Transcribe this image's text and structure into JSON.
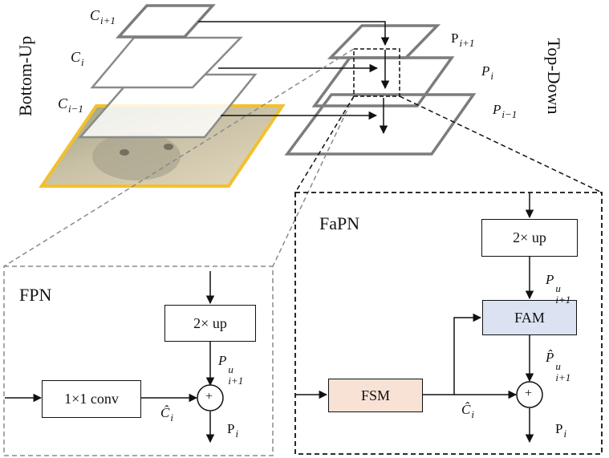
{
  "left_label": "Bottom-Up",
  "right_label": "Top-Down",
  "bottom_up_layers": [
    {
      "base": "C",
      "sub": "i+1"
    },
    {
      "base": "C",
      "sub": "i"
    },
    {
      "base": "C",
      "sub": "i−1"
    }
  ],
  "top_down_layers": [
    {
      "base": "P",
      "sub": "i+1"
    },
    {
      "base": "P",
      "sub": "i"
    },
    {
      "base": "P",
      "sub": "i−1"
    }
  ],
  "fpn": {
    "title": "FPN",
    "upsample": "2× up",
    "conv": "1×1 conv",
    "add_symbol": "+",
    "p_up": {
      "base": "P",
      "sup": "u",
      "sub": "i+1"
    },
    "c_hat": {
      "base": "Ĉ",
      "sub": "i"
    },
    "output": {
      "base": "P",
      "sub": "i"
    }
  },
  "fapn": {
    "title": "FaPN",
    "upsample": "2× up",
    "fam": "FAM",
    "fsm": "FSM",
    "add_symbol": "+",
    "p_up": {
      "base": "P",
      "sup": "u",
      "sub": "i+1"
    },
    "p_hat_up": {
      "base": "P̂",
      "sup": "u",
      "sub": "i+1"
    },
    "c_hat": {
      "base": "Ĉ",
      "sub": "i"
    },
    "output": {
      "base": "P",
      "sub": "i"
    }
  },
  "colors": {
    "fam_fill": "#dbe3f3",
    "fsm_fill": "#f8e2d5",
    "image_border": "#f2c02e",
    "plane_stroke": "#7c7c7c",
    "dashed_gray": "#8a8a8a"
  }
}
